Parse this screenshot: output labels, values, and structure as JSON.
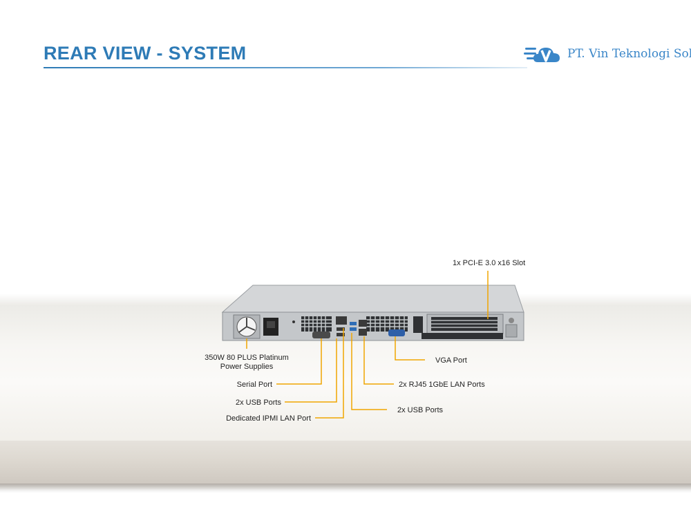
{
  "header": {
    "title": "REAR VIEW - SYSTEM",
    "brand": "PT. Vin Teknologi Solusi"
  },
  "colors": {
    "title": "#2e7bb6",
    "callout_line": "#f0a500",
    "chassis": "#c9ccce"
  },
  "callouts": {
    "psu_line1": "350W 80 PLUS Platinum",
    "psu_line2": "Power Supplies",
    "serial": "Serial Port",
    "usb_left": "2x USB Ports",
    "ipmi": "Dedicated IPMI  LAN Port",
    "pcie": "1x PCI-E 3.0 x16 Slot",
    "vga": "VGA Port",
    "lan": "2x RJ45 1GbE LAN Ports",
    "usb_right": "2x USB Ports"
  }
}
